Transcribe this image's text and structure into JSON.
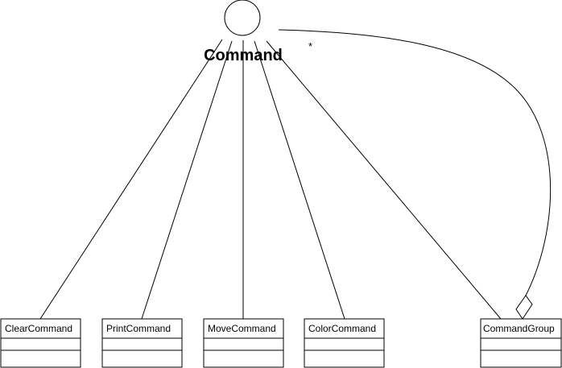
{
  "diagram": {
    "interface": {
      "name": "Command"
    },
    "classes": [
      {
        "id": "clear",
        "name": "ClearCommand"
      },
      {
        "id": "print",
        "name": "PrintCommand"
      },
      {
        "id": "move",
        "name": "MoveCommand"
      },
      {
        "id": "color",
        "name": "ColorCommand"
      },
      {
        "id": "group",
        "name": "CommandGroup"
      }
    ],
    "aggregation": {
      "from": "group",
      "to": "interface",
      "multiplicity": "*"
    },
    "colors": {
      "line": "#000000",
      "background": "#ffffff"
    }
  }
}
